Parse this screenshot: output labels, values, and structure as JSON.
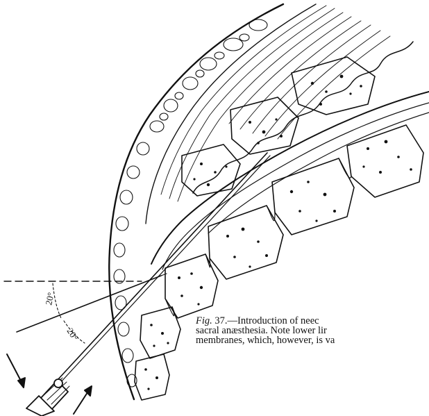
{
  "figure": {
    "angle_labels": [
      "20°",
      "20°"
    ],
    "caption": {
      "fig_label": "Fig.",
      "line1_rest": " 37.—Introduction of neec",
      "line2": "sacral anæsthesia.  Note lower lir",
      "line3": "membranes, which, however, is va"
    }
  }
}
